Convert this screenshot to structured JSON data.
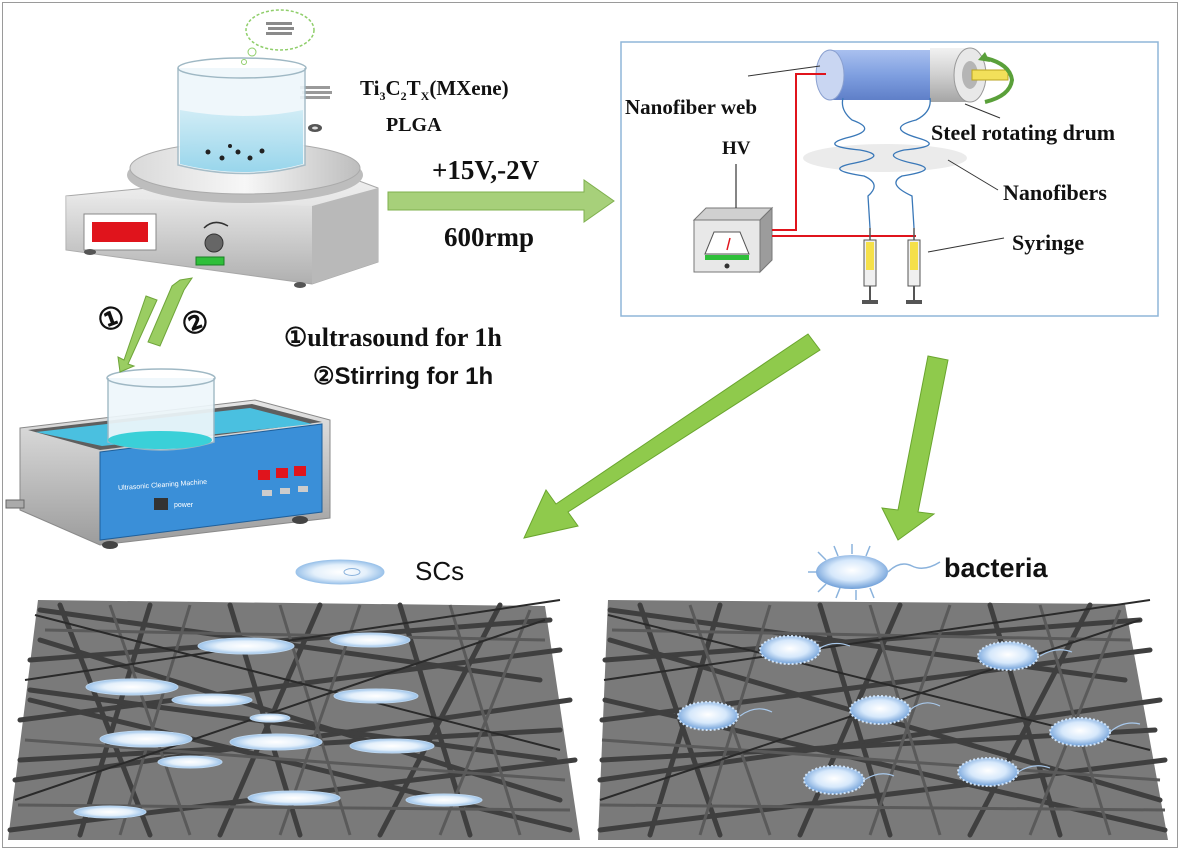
{
  "labels": {
    "material_ti_prefix": "Ti",
    "material_ti_sub1": "3",
    "material_c": "C",
    "material_c_sub": "2",
    "material_t": "T",
    "material_t_sub": "X",
    "material_mxene": "(MXene)",
    "plga": "PLGA",
    "voltage": "+15V,-2V",
    "speed": "600rmp",
    "step1": "①ultrasound for 1h",
    "step2": "②Stirring for 1h",
    "arrow_step1": "①",
    "arrow_step2": "②",
    "nanofiber_web": "Nanofiber web",
    "steel_drum": "Steel rotating drum",
    "hv": "HV",
    "nanofibers": "Nanofibers",
    "syringe": "Syringe",
    "scs": "SCs",
    "bacteria": "bacteria",
    "cleaner_panel_title": "Ultrasonic Cleaning Machine",
    "cleaner_power": "power"
  },
  "colors": {
    "arrow_green": "#9acd62",
    "drum_blue": "#7f9fe0",
    "fiber_blue": "#3a78b8",
    "cleaner_blue": "#3a8fd8",
    "display_red": "#e0141c",
    "indicator_green": "#2fbf3a",
    "fiber_dark": "#3f3f3f",
    "cell_light": "#dbeaf8"
  }
}
